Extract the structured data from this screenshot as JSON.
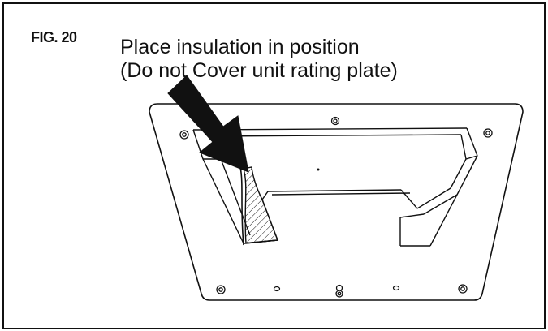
{
  "figure": {
    "label": "FIG. 20",
    "caption_line1": "Place insulation in position",
    "caption_line2": "(Do not Cover unit rating plate)"
  },
  "icons": {
    "pointer": "arrow-pointer-icon"
  },
  "colors": {
    "ink": "#111111",
    "paper": "#ffffff"
  }
}
